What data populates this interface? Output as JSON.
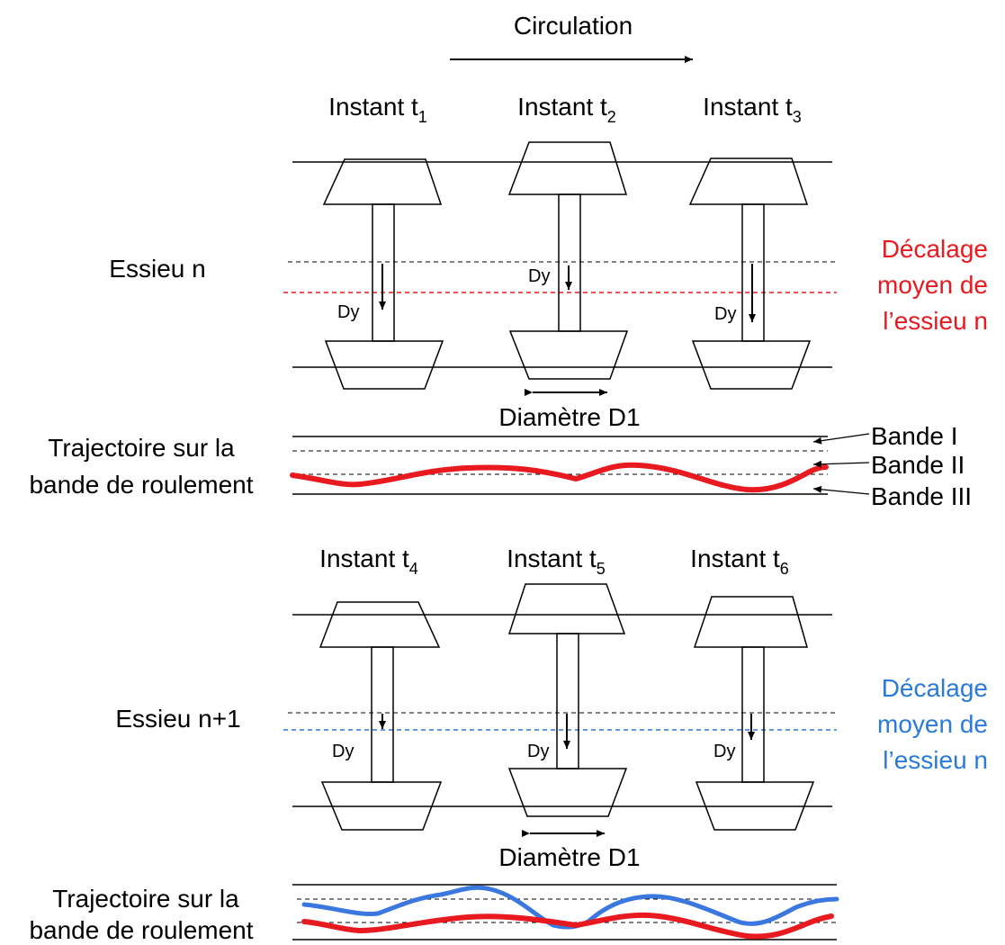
{
  "header": {
    "direction_label": "Circulation"
  },
  "top_section": {
    "instants": [
      {
        "prefix": "Instant t",
        "sub": "1"
      },
      {
        "prefix": "Instant t",
        "sub": "2"
      },
      {
        "prefix": "Instant t",
        "sub": "3"
      }
    ],
    "axle_label": "Essieu n",
    "offset_label": [
      "Décalage",
      "moyen de",
      "l’essieu n"
    ],
    "offset_color": "#e8191f",
    "dy_label": "Dy",
    "diameter_label": "Diamètre D1",
    "trajectory_label": [
      "Trajectoire sur la",
      "bande de roulement"
    ],
    "bands": [
      "Bande I",
      "Bande II",
      "Bande III"
    ],
    "trajectory_color": "#e8191f"
  },
  "bottom_section": {
    "instants": [
      {
        "prefix": "Instant t",
        "sub": "4"
      },
      {
        "prefix": "Instant t",
        "sub": "5"
      },
      {
        "prefix": "Instant t",
        "sub": "6"
      }
    ],
    "axle_label": "Essieu n+1",
    "offset_label": [
      "Décalage",
      "moyen de",
      "l’essieu n"
    ],
    "offset_color": "#2a7ad9",
    "dy_label": "Dy",
    "diameter_label": "Diamètre D1",
    "trajectory_label": [
      "Trajectoire sur la",
      "bande de roulement"
    ],
    "trajectory_colors": [
      "#e8191f",
      "#3a78e0"
    ]
  }
}
